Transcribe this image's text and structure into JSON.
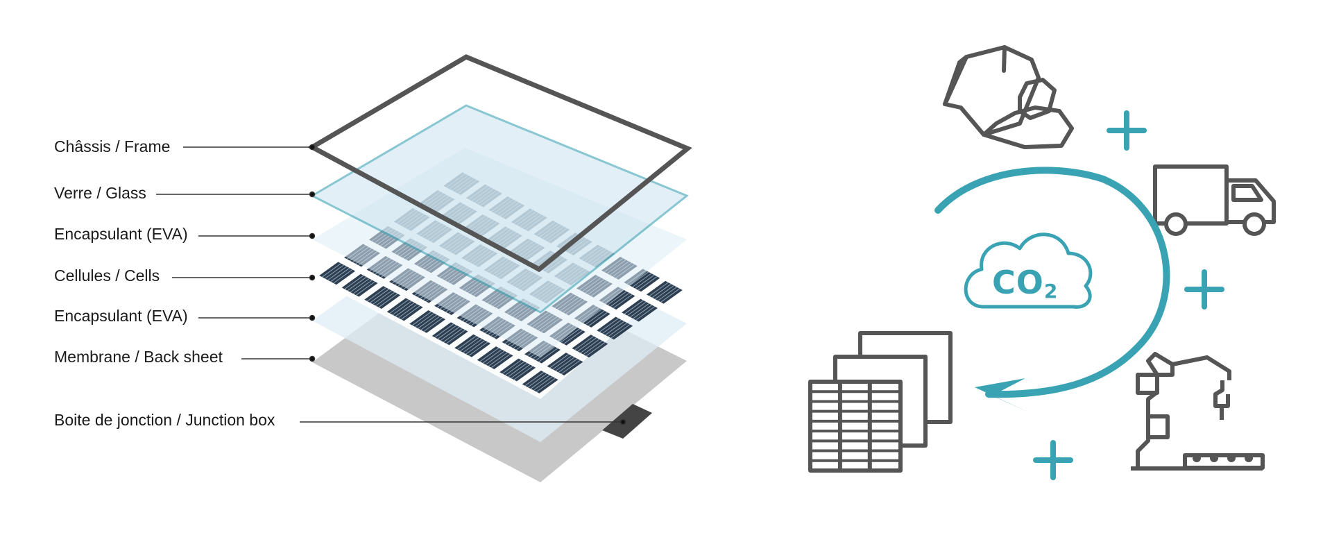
{
  "layers": [
    {
      "id": "frame",
      "label": "Châssis / Frame"
    },
    {
      "id": "glass",
      "label": "Verre / Glass"
    },
    {
      "id": "eva-top",
      "label": "Encapsulant (EVA)"
    },
    {
      "id": "cells",
      "label": "Cellules / Cells"
    },
    {
      "id": "eva-bottom",
      "label": "Encapsulant (EVA)"
    },
    {
      "id": "backsheet",
      "label": "Membrane / Back sheet"
    },
    {
      "id": "junction",
      "label": "Boite de jonction / Junction box"
    }
  ],
  "co2": {
    "label": "CO",
    "subscript": "2"
  },
  "plus": "+",
  "colors": {
    "frame": "#555555",
    "glass_edge": "#3aa3b3",
    "glass_fill": "#cfe6f1",
    "eva_fill": "#ddecf5",
    "cells": "#2f3f52",
    "backsheet": "#c8c8c8",
    "icon_gray": "#555555",
    "accent_teal": "#3aa3b3",
    "leader": "#333333"
  },
  "icons": [
    "rock-icon",
    "truck-icon",
    "robot-arm-icon",
    "solar-panels-icon",
    "cloud-co2-icon",
    "cycle-arrow-icon"
  ]
}
